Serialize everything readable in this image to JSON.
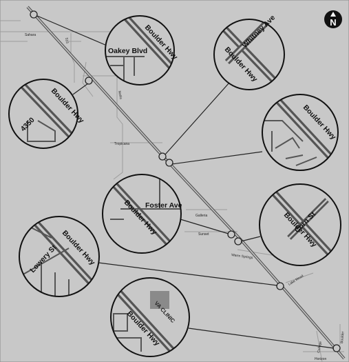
{
  "map": {
    "background": "#c8c8c8",
    "road_color": "#9a9a9a",
    "corridor_color": "#555555",
    "north": {
      "label": "N",
      "icon": "north-arrow-icon"
    },
    "streets": {
      "sahara": "Sahara",
      "i515": "515",
      "nellis": "Nellis",
      "tropicana": "Tropicana",
      "galleria": "Galleria",
      "sunset": "Sunset",
      "warm_springs": "Warm Springs",
      "lake_mead": "Lake Mead",
      "college": "College",
      "horizon": "Horizon",
      "boulder_city_edge": "Boulder"
    },
    "insets": {
      "oakey": {
        "road1": "Boulder Hwy",
        "road2": "Oakey Blvd"
      },
      "whitney": {
        "road1": "Boulder Hwy",
        "road2": "Whitney Ave"
      },
      "hwy4350": {
        "road1": "Boulder Hwy",
        "road2": "4350"
      },
      "tropicana": {
        "road1": "Boulder Hwy"
      },
      "foster": {
        "road1": "Boulder Hwy",
        "road2": "Foster Ave"
      },
      "corn": {
        "road1": "Boulder Hwy",
        "road2": "Corn St"
      },
      "lowery": {
        "road1": "Boulder Hwy",
        "road2": "Lowery St"
      },
      "va": {
        "road1": "Boulder Hwy",
        "road2": "VA CLINIC"
      }
    }
  }
}
